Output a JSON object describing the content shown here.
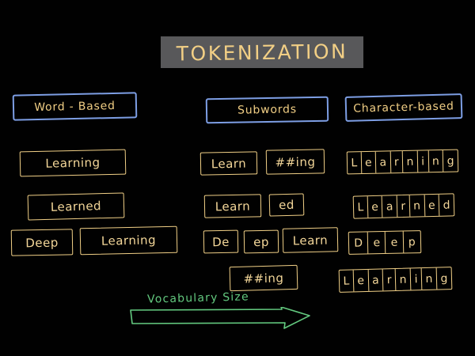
{
  "board": {
    "background_color": "#010101",
    "ink_yellow": "#f2cf85",
    "ink_blue": "#7d9ee4",
    "ink_green": "#63c97f",
    "title_highlight_color": "#58585a"
  },
  "title": {
    "text": "TOKENIZATION"
  },
  "columns": [
    {
      "id": "word-based",
      "header": "Word - Based",
      "rows": [
        {
          "tokens": [
            "Learning"
          ]
        },
        {
          "tokens": [
            "Learned"
          ]
        },
        {
          "tokens": [
            "Deep",
            "Learning"
          ]
        }
      ]
    },
    {
      "id": "subwords",
      "header": "Subwords",
      "rows": [
        {
          "tokens": [
            "Learn",
            "##ing"
          ]
        },
        {
          "tokens": [
            "Learn",
            "ed"
          ]
        },
        {
          "tokens": [
            "De",
            "ep",
            "Learn"
          ]
        },
        {
          "tokens": [
            "##ing"
          ]
        }
      ]
    },
    {
      "id": "character-based",
      "header": "Character-based",
      "rows": [
        {
          "chars": [
            "L",
            "e",
            "a",
            "r",
            "n",
            "i",
            "n",
            "g"
          ]
        },
        {
          "chars": [
            "L",
            "e",
            "a",
            "r",
            "n",
            "e",
            "d"
          ]
        },
        {
          "chars": [
            "D",
            "e",
            "e",
            "p"
          ]
        },
        {
          "chars": [
            "L",
            "e",
            "a",
            "r",
            "n",
            "i",
            "n",
            "g"
          ]
        }
      ]
    }
  ],
  "annotation": {
    "vocabulary_label": "Vocabulary Size",
    "arrow_direction": "right",
    "arrow_color": "#63c97f"
  }
}
